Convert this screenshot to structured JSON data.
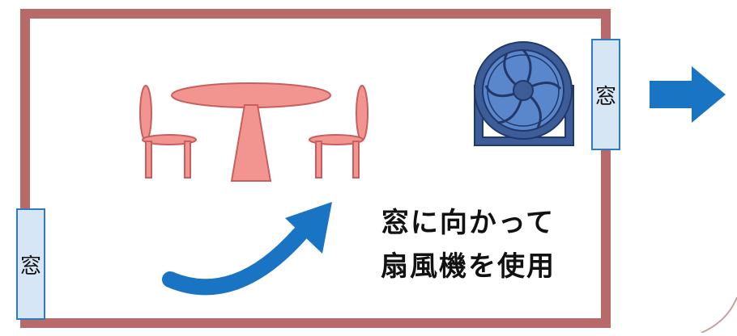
{
  "windows": {
    "right_label": "窓",
    "left_label": "窓"
  },
  "caption": {
    "line1": "窓に向かって",
    "line2": "扇風機を使用"
  },
  "colors": {
    "wall": "#b86a6a",
    "furniture": "#f29490",
    "furniture_outline": "#c85f5f",
    "window_fill": "#d6e6f5",
    "window_border": "#2e7bc4",
    "arrow": "#1a74c4",
    "fan_body": "#3d5d99",
    "fan_blade": "#5a86cc",
    "fan_dark": "#22386a"
  },
  "icons": {
    "furniture": "table-and-chairs-icon",
    "fan": "electric-fan-icon",
    "flow_arrow": "curved-arrow-icon",
    "exit_arrow": "right-arrow-icon"
  }
}
